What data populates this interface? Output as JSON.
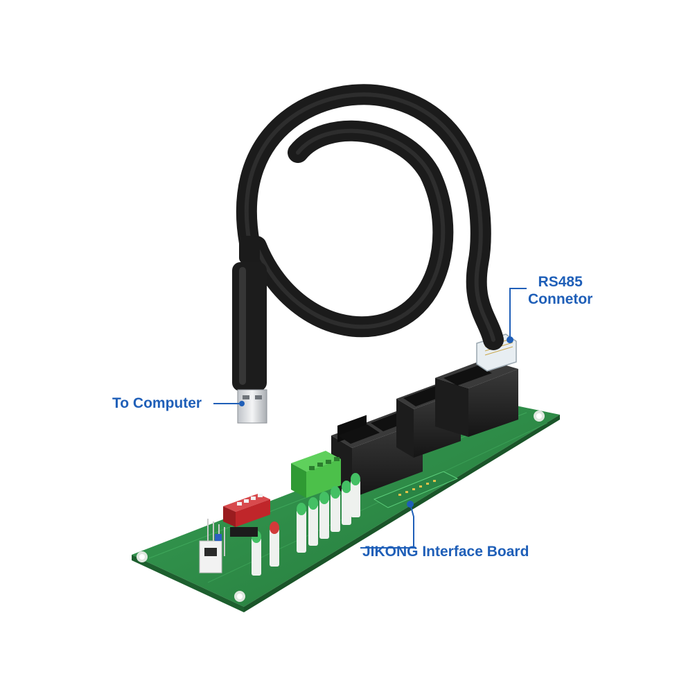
{
  "labels": {
    "rs485_line1": "RS485",
    "rs485_line2": "Connetor",
    "to_computer": "To Computer",
    "interface_board": "JIKONG Interface Board"
  },
  "colors": {
    "label_text": "#1f5fb8",
    "callout_line": "#1f5fb8",
    "pcb_green": "#2e8b45",
    "cable_black": "#1b1b1b",
    "rj45_black": "#222222",
    "terminal_green": "#4cc04a",
    "dip_switch_red": "#c0262a"
  }
}
